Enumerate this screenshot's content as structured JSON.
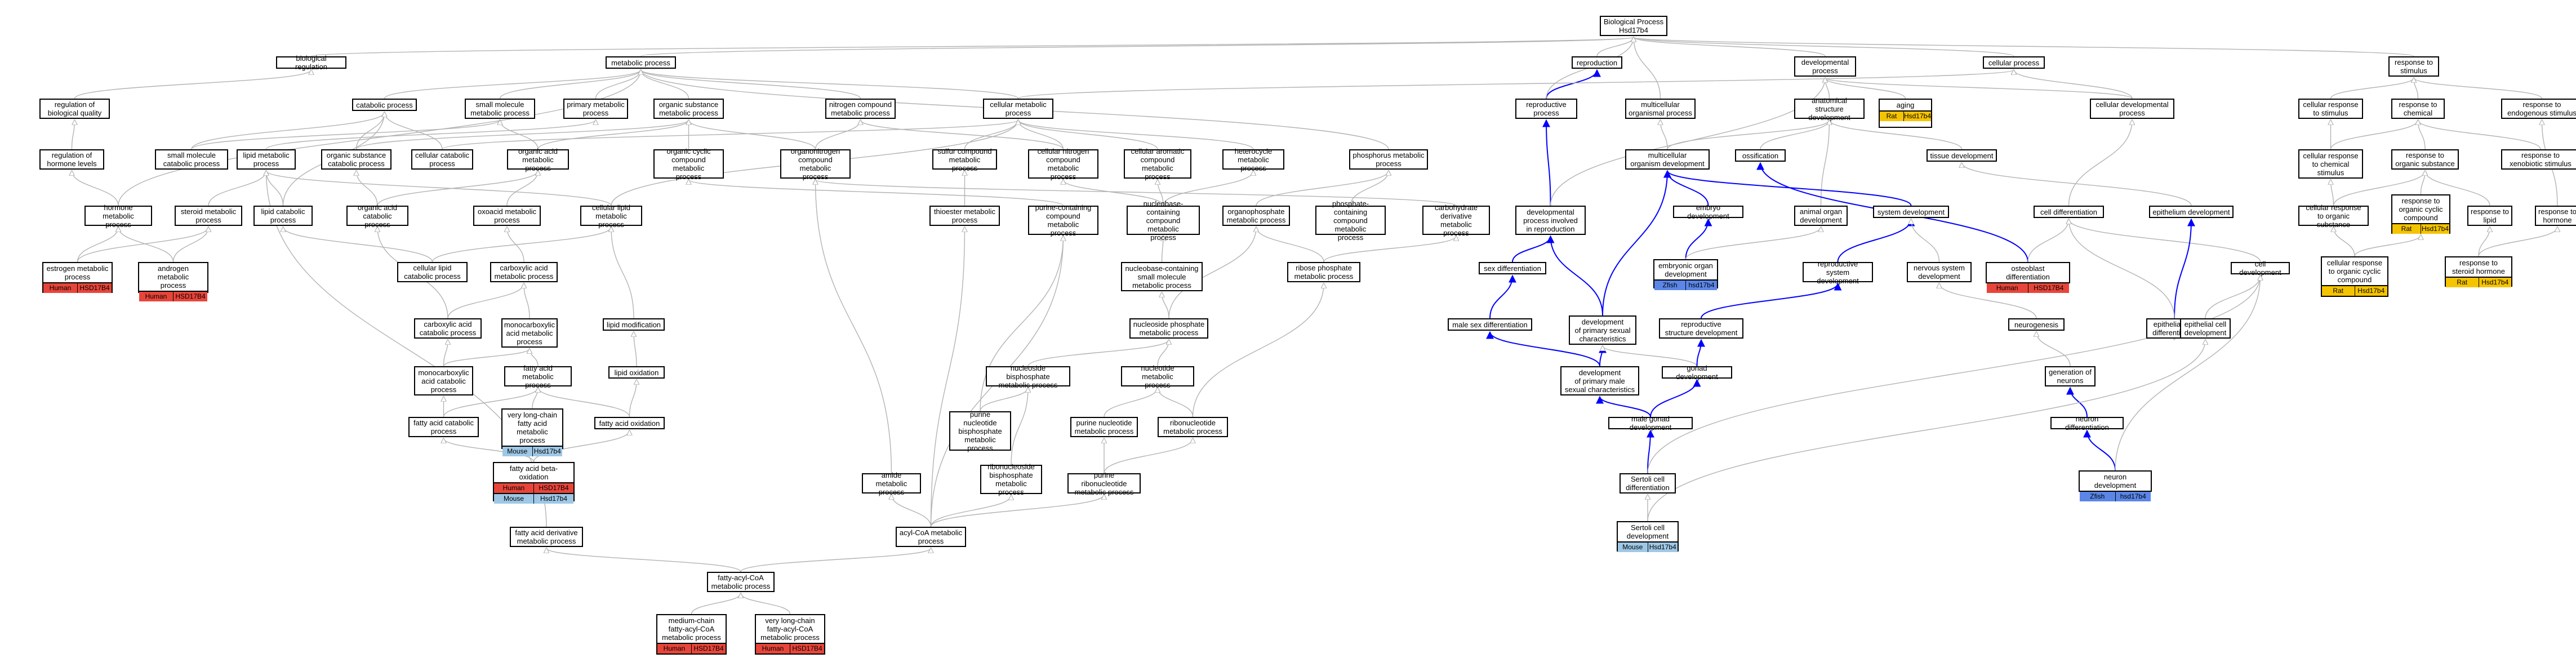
{
  "colors": {
    "human": "#e8453a",
    "mouse": "#9ec8e6",
    "rat": "#f5c400",
    "zfish": "#5b86e8",
    "edge_grey": "#b3b3b3",
    "edge_blue": "#0000ff"
  },
  "nodes": [
    {
      "id": "n0",
      "label": "Biological Process\nHsd17b4"
    },
    {
      "id": "n1",
      "label": "biological regulation"
    },
    {
      "id": "n2",
      "label": "metabolic process"
    },
    {
      "id": "n3",
      "label": "reproduction"
    },
    {
      "id": "n4",
      "label": "developmental\nprocess"
    },
    {
      "id": "n5",
      "label": "cellular process"
    },
    {
      "id": "n6",
      "label": "response to\nstimulus"
    },
    {
      "id": "n7",
      "label": "regulation of\nbiological quality"
    },
    {
      "id": "n8",
      "label": "catabolic process"
    },
    {
      "id": "n9",
      "label": "small molecule\nmetabolic process"
    },
    {
      "id": "n10",
      "label": "primary metabolic\nprocess"
    },
    {
      "id": "n11",
      "label": "organic substance\nmetabolic process"
    },
    {
      "id": "n12",
      "label": "nitrogen compound\nmetabolic process"
    },
    {
      "id": "n13",
      "label": "cellular metabolic\nprocess"
    },
    {
      "id": "n14",
      "label": "reproductive\nprocess"
    },
    {
      "id": "n15",
      "label": "multicellular\norganismal process"
    },
    {
      "id": "n16",
      "label": "anatomical structure\ndevelopment"
    },
    {
      "id": "n17",
      "label": "aging",
      "annotations": [
        {
          "species": "Rat",
          "gene": "Hsd17b4"
        }
      ]
    },
    {
      "id": "n18",
      "label": "cellular developmental\nprocess"
    },
    {
      "id": "n19",
      "label": "cellular response\nto stimulus"
    },
    {
      "id": "n20",
      "label": "response to\nchemical"
    },
    {
      "id": "n21",
      "label": "response to\nendogenous stimulus"
    },
    {
      "id": "n22",
      "label": "regulation of\nhormone levels"
    },
    {
      "id": "n23",
      "label": "small molecule\ncatabolic process"
    },
    {
      "id": "n24",
      "label": "lipid metabolic\nprocess"
    },
    {
      "id": "n25",
      "label": "organic substance\ncatabolic process"
    },
    {
      "id": "n26",
      "label": "cellular catabolic\nprocess"
    },
    {
      "id": "n27",
      "label": "organic acid\nmetabolic process"
    },
    {
      "id": "n28",
      "label": "organic cyclic\ncompound metabolic\nprocess"
    },
    {
      "id": "n29",
      "label": "organonitrogen\ncompound metabolic\nprocess"
    },
    {
      "id": "n30",
      "label": "sulfur compound\nmetabolic process"
    },
    {
      "id": "n31",
      "label": "cellular nitrogen\ncompound metabolic\nprocess"
    },
    {
      "id": "n32",
      "label": "cellular aromatic\ncompound metabolic\nprocess"
    },
    {
      "id": "n33",
      "label": "heterocycle\nmetabolic process"
    },
    {
      "id": "n34",
      "label": "phosphorus metabolic\nprocess"
    },
    {
      "id": "n35",
      "label": "multicellular\norganism development"
    },
    {
      "id": "n36",
      "label": "ossification"
    },
    {
      "id": "n37",
      "label": "tissue development"
    },
    {
      "id": "n38",
      "label": "cellular response\nto chemical\nstimulus"
    },
    {
      "id": "n39",
      "label": "response to\norganic substance"
    },
    {
      "id": "n40",
      "label": "response to\nxenobiotic stimulus"
    },
    {
      "id": "n41",
      "label": "hormone metabolic\nprocess"
    },
    {
      "id": "n42",
      "label": "steroid metabolic\nprocess"
    },
    {
      "id": "n43",
      "label": "lipid catabolic\nprocess"
    },
    {
      "id": "n44",
      "label": "organic acid\ncatabolic process"
    },
    {
      "id": "n45",
      "label": "oxoacid metabolic\nprocess"
    },
    {
      "id": "n46",
      "label": "cellular lipid\nmetabolic process"
    },
    {
      "id": "n47",
      "label": "thioester metabolic\nprocess"
    },
    {
      "id": "n48",
      "label": "purine-containing\ncompound metabolic\nprocess"
    },
    {
      "id": "n49",
      "label": "nucleobase-containing\ncompound metabolic\nprocess"
    },
    {
      "id": "n50",
      "label": "organophosphate\nmetabolic process"
    },
    {
      "id": "n51",
      "label": "phosphate-containing\ncompound metabolic\nprocess"
    },
    {
      "id": "n52",
      "label": "carbohydrate\nderivative metabolic\nprocess"
    },
    {
      "id": "n53",
      "label": "developmental\nprocess involved\nin reproduction"
    },
    {
      "id": "n54",
      "label": "embryo development"
    },
    {
      "id": "n55",
      "label": "animal organ\ndevelopment"
    },
    {
      "id": "n56",
      "label": "system development"
    },
    {
      "id": "n57",
      "label": "cell differentiation"
    },
    {
      "id": "n58",
      "label": "epithelium development"
    },
    {
      "id": "n59",
      "label": "cellular response\nto organic substance"
    },
    {
      "id": "n60",
      "label": "response to\norganic cyclic\ncompound",
      "annotations": [
        {
          "species": "Rat",
          "gene": "Hsd17b4"
        }
      ]
    },
    {
      "id": "n61",
      "label": "response to\nlipid"
    },
    {
      "id": "n62",
      "label": "response to\nhormone"
    },
    {
      "id": "n63",
      "label": "estrogen metabolic\nprocess",
      "annotations": [
        {
          "species": "Human",
          "gene": "HSD17B4"
        }
      ]
    },
    {
      "id": "n64",
      "label": "androgen metabolic\nprocess",
      "annotations": [
        {
          "species": "Human",
          "gene": "HSD17B4"
        }
      ]
    },
    {
      "id": "n65",
      "label": "cellular lipid\ncatabolic process"
    },
    {
      "id": "n66",
      "label": "carboxylic acid\nmetabolic process"
    },
    {
      "id": "n67",
      "label": "nucleobase-containing\nsmall molecule\nmetabolic process"
    },
    {
      "id": "n68",
      "label": "ribose phosphate\nmetabolic process"
    },
    {
      "id": "n69",
      "label": "sex differentiation"
    },
    {
      "id": "n70",
      "label": "embryonic organ\ndevelopment",
      "annotations": [
        {
          "species": "Zfish",
          "gene": "hsd17b4"
        }
      ]
    },
    {
      "id": "n71",
      "label": "reproductive\nsystem development"
    },
    {
      "id": "n72",
      "label": "nervous system\ndevelopment"
    },
    {
      "id": "n73",
      "label": "osteoblast differentiation",
      "annotations": [
        {
          "species": "Human",
          "gene": "HSD17B4"
        }
      ]
    },
    {
      "id": "n74",
      "label": "cell development"
    },
    {
      "id": "n75",
      "label": "cellular response\nto organic cyclic\ncompound",
      "annotations": [
        {
          "species": "Rat",
          "gene": "Hsd17b4"
        }
      ]
    },
    {
      "id": "n76",
      "label": "response to\nsteroid hormone",
      "annotations": [
        {
          "species": "Rat",
          "gene": "Hsd17b4"
        }
      ]
    },
    {
      "id": "n77",
      "label": "carboxylic acid\ncatabolic process"
    },
    {
      "id": "n78",
      "label": "monocarboxylic\nacid metabolic\nprocess"
    },
    {
      "id": "n79",
      "label": "lipid modification"
    },
    {
      "id": "n80",
      "label": "nucleoside phosphate\nmetabolic process"
    },
    {
      "id": "n81",
      "label": "male sex differentiation"
    },
    {
      "id": "n82",
      "label": "development\nof primary sexual\ncharacteristics"
    },
    {
      "id": "n83",
      "label": "reproductive\nstructure development"
    },
    {
      "id": "n84",
      "label": "neurogenesis"
    },
    {
      "id": "n85",
      "label": "epithelial cell\ndifferentiation"
    },
    {
      "id": "n86",
      "label": "epithelial cell\ndevelopment"
    },
    {
      "id": "n87",
      "label": "monocarboxylic\nacid catabolic\nprocess"
    },
    {
      "id": "n88",
      "label": "fatty acid metabolic\nprocess"
    },
    {
      "id": "n89",
      "label": "lipid oxidation"
    },
    {
      "id": "n90",
      "label": "nucleoside bisphosphate\nmetabolic process"
    },
    {
      "id": "n91",
      "label": "nucleotide metabolic\nprocess"
    },
    {
      "id": "n92",
      "label": "development\nof primary male\nsexual characteristics"
    },
    {
      "id": "n93",
      "label": "gonad development"
    },
    {
      "id": "n94",
      "label": "generation of\nneurons"
    },
    {
      "id": "n95",
      "label": "fatty acid catabolic\nprocess"
    },
    {
      "id": "n96",
      "label": "very long-chain\nfatty acid metabolic\nprocess",
      "annotations": [
        {
          "species": "Mouse",
          "gene": "Hsd17b4"
        }
      ]
    },
    {
      "id": "n97",
      "label": "fatty acid oxidation"
    },
    {
      "id": "n98",
      "label": "purine nucleotide\nbisphosphate\nmetabolic process"
    },
    {
      "id": "n99",
      "label": "purine nucleotide\nmetabolic process"
    },
    {
      "id": "n100",
      "label": "ribonucleotide\nmetabolic process"
    },
    {
      "id": "n101",
      "label": "male gonad development"
    },
    {
      "id": "n102",
      "label": "neuron differentiation"
    },
    {
      "id": "n103",
      "label": "fatty acid beta-oxidation",
      "annotations": [
        {
          "species": "Human",
          "gene": "HSD17B4"
        },
        {
          "species": "Mouse",
          "gene": "Hsd17b4"
        }
      ]
    },
    {
      "id": "n104",
      "label": "ribonucleoside\nbisphosphate\nmetabolic process"
    },
    {
      "id": "n105",
      "label": "purine ribonucleotide\nmetabolic process"
    },
    {
      "id": "n106",
      "label": "amide metabolic\nprocess"
    },
    {
      "id": "n107",
      "label": "Sertoli cell\ndifferentiation"
    },
    {
      "id": "n108",
      "label": "neuron development",
      "annotations": [
        {
          "species": "Zfish",
          "gene": "hsd17b4"
        }
      ]
    },
    {
      "id": "n109",
      "label": "fatty acid derivative\nmetabolic process"
    },
    {
      "id": "n110",
      "label": "acyl-CoA metabolic\nprocess"
    },
    {
      "id": "n111",
      "label": "Sertoli cell\ndevelopment",
      "annotations": [
        {
          "species": "Mouse",
          "gene": "Hsd17b4"
        }
      ]
    },
    {
      "id": "n112",
      "label": "fatty-acyl-CoA\nmetabolic process"
    },
    {
      "id": "n113",
      "label": "medium-chain\nfatty-acyl-CoA\nmetabolic process",
      "annotations": [
        {
          "species": "Human",
          "gene": "HSD17B4"
        }
      ]
    },
    {
      "id": "n114",
      "label": "very long-chain\nfatty-acyl-CoA\nmetabolic process",
      "annotations": [
        {
          "species": "Human",
          "gene": "HSD17B4"
        }
      ]
    }
  ],
  "edges": [
    [
      "n1",
      "n0",
      "g"
    ],
    [
      "n2",
      "n0",
      "g"
    ],
    [
      "n3",
      "n0",
      "g"
    ],
    [
      "n4",
      "n0",
      "g"
    ],
    [
      "n5",
      "n0",
      "g"
    ],
    [
      "n6",
      "n0",
      "g"
    ],
    [
      "n7",
      "n1",
      "g"
    ],
    [
      "n8",
      "n2",
      "g"
    ],
    [
      "n9",
      "n2",
      "g"
    ],
    [
      "n10",
      "n2",
      "g"
    ],
    [
      "n11",
      "n2",
      "g"
    ],
    [
      "n12",
      "n2",
      "g"
    ],
    [
      "n13",
      "n2",
      "g"
    ],
    [
      "n14",
      "n3",
      "b"
    ],
    [
      "n14",
      "n0",
      "g"
    ],
    [
      "n15",
      "n0",
      "g"
    ],
    [
      "n16",
      "n4",
      "g"
    ],
    [
      "n17",
      "n4",
      "g"
    ],
    [
      "n18",
      "n4",
      "g"
    ],
    [
      "n18",
      "n5",
      "g"
    ],
    [
      "n19",
      "n6",
      "g"
    ],
    [
      "n20",
      "n6",
      "g"
    ],
    [
      "n21",
      "n6",
      "g"
    ],
    [
      "n13",
      "n5",
      "g"
    ],
    [
      "n22",
      "n7",
      "g"
    ],
    [
      "n23",
      "n8",
      "g"
    ],
    [
      "n23",
      "n9",
      "g"
    ],
    [
      "n24",
      "n10",
      "g"
    ],
    [
      "n25",
      "n8",
      "g"
    ],
    [
      "n25",
      "n11",
      "g"
    ],
    [
      "n26",
      "n8",
      "g"
    ],
    [
      "n26",
      "n13",
      "g"
    ],
    [
      "n27",
      "n9",
      "g"
    ],
    [
      "n27",
      "n11",
      "g"
    ],
    [
      "n28",
      "n11",
      "g"
    ],
    [
      "n29",
      "n11",
      "g"
    ],
    [
      "n29",
      "n12",
      "g"
    ],
    [
      "n30",
      "n13",
      "g"
    ],
    [
      "n31",
      "n12",
      "g"
    ],
    [
      "n31",
      "n13",
      "g"
    ],
    [
      "n32",
      "n13",
      "g"
    ],
    [
      "n33",
      "n13",
      "g"
    ],
    [
      "n34",
      "n2",
      "g"
    ],
    [
      "n35",
      "n15",
      "g"
    ],
    [
      "n35",
      "n16",
      "g"
    ],
    [
      "n36",
      "n16",
      "g"
    ],
    [
      "n37",
      "n16",
      "g"
    ],
    [
      "n38",
      "n19",
      "g"
    ],
    [
      "n38",
      "n20",
      "g"
    ],
    [
      "n39",
      "n20",
      "g"
    ],
    [
      "n40",
      "n20",
      "g"
    ],
    [
      "n41",
      "n22",
      "g"
    ],
    [
      "n41",
      "n2",
      "g"
    ],
    [
      "n42",
      "n24",
      "g"
    ],
    [
      "n43",
      "n24",
      "g"
    ],
    [
      "n43",
      "n8",
      "g"
    ],
    [
      "n44",
      "n27",
      "g"
    ],
    [
      "n44",
      "n25",
      "g"
    ],
    [
      "n45",
      "n27",
      "g"
    ],
    [
      "n46",
      "n24",
      "g"
    ],
    [
      "n46",
      "n13",
      "g"
    ],
    [
      "n47",
      "n30",
      "g"
    ],
    [
      "n48",
      "n28",
      "g"
    ],
    [
      "n49",
      "n31",
      "g"
    ],
    [
      "n49",
      "n32",
      "g"
    ],
    [
      "n49",
      "n33",
      "g"
    ],
    [
      "n50",
      "n34",
      "g"
    ],
    [
      "n51",
      "n34",
      "g"
    ],
    [
      "n52",
      "n29",
      "g"
    ],
    [
      "n53",
      "n14",
      "b"
    ],
    [
      "n53",
      "n4",
      "g"
    ],
    [
      "n54",
      "n35",
      "b"
    ],
    [
      "n55",
      "n16",
      "g"
    ],
    [
      "n56",
      "n35",
      "b"
    ],
    [
      "n57",
      "n18",
      "g"
    ],
    [
      "n58",
      "n37",
      "g"
    ],
    [
      "n59",
      "n38",
      "g"
    ],
    [
      "n59",
      "n39",
      "g"
    ],
    [
      "n60",
      "n39",
      "g"
    ],
    [
      "n61",
      "n39",
      "g"
    ],
    [
      "n62",
      "n21",
      "g"
    ],
    [
      "n63",
      "n41",
      "g"
    ],
    [
      "n63",
      "n42",
      "g"
    ],
    [
      "n64",
      "n41",
      "g"
    ],
    [
      "n64",
      "n42",
      "g"
    ],
    [
      "n65",
      "n43",
      "g"
    ],
    [
      "n65",
      "n46",
      "g"
    ],
    [
      "n66",
      "n45",
      "g"
    ],
    [
      "n67",
      "n49",
      "g"
    ],
    [
      "n68",
      "n50",
      "g"
    ],
    [
      "n68",
      "n52",
      "g"
    ],
    [
      "n69",
      "n53",
      "b"
    ],
    [
      "n70",
      "n54",
      "b"
    ],
    [
      "n70",
      "n55",
      "g"
    ],
    [
      "n71",
      "n56",
      "b"
    ],
    [
      "n72",
      "n56",
      "g"
    ],
    [
      "n73",
      "n36",
      "b"
    ],
    [
      "n73",
      "n57",
      "g"
    ],
    [
      "n74",
      "n57",
      "g"
    ],
    [
      "n75",
      "n59",
      "g"
    ],
    [
      "n75",
      "n60",
      "g"
    ],
    [
      "n76",
      "n62",
      "g"
    ],
    [
      "n76",
      "n61",
      "g"
    ],
    [
      "n77",
      "n66",
      "g"
    ],
    [
      "n77",
      "n44",
      "g"
    ],
    [
      "n78",
      "n66",
      "g"
    ],
    [
      "n79",
      "n46",
      "g"
    ],
    [
      "n80",
      "n67",
      "g"
    ],
    [
      "n80",
      "n50",
      "g"
    ],
    [
      "n81",
      "n69",
      "b"
    ],
    [
      "n82",
      "n35",
      "b"
    ],
    [
      "n82",
      "n53",
      "b"
    ],
    [
      "n83",
      "n71",
      "b"
    ],
    [
      "n84",
      "n72",
      "g"
    ],
    [
      "n85",
      "n58",
      "b"
    ],
    [
      "n85",
      "n57",
      "g"
    ],
    [
      "n86",
      "n85",
      "g"
    ],
    [
      "n86",
      "n74",
      "g"
    ],
    [
      "n87",
      "n78",
      "g"
    ],
    [
      "n87",
      "n77",
      "g"
    ],
    [
      "n88",
      "n78",
      "g"
    ],
    [
      "n89",
      "n79",
      "g"
    ],
    [
      "n90",
      "n80",
      "g"
    ],
    [
      "n91",
      "n80",
      "g"
    ],
    [
      "n92",
      "n82",
      "b"
    ],
    [
      "n92",
      "n81",
      "b"
    ],
    [
      "n93",
      "n82",
      "g"
    ],
    [
      "n93",
      "n83",
      "b"
    ],
    [
      "n94",
      "n84",
      "g"
    ],
    [
      "n95",
      "n88",
      "g"
    ],
    [
      "n95",
      "n87",
      "g"
    ],
    [
      "n96",
      "n88",
      "g"
    ],
    [
      "n97",
      "n88",
      "g"
    ],
    [
      "n97",
      "n89",
      "g"
    ],
    [
      "n98",
      "n90",
      "g"
    ],
    [
      "n98",
      "n48",
      "g"
    ],
    [
      "n99",
      "n91",
      "g"
    ],
    [
      "n100",
      "n91",
      "g"
    ],
    [
      "n100",
      "n68",
      "g"
    ],
    [
      "n101",
      "n92",
      "b"
    ],
    [
      "n101",
      "n93",
      "b"
    ],
    [
      "n102",
      "n94",
      "b"
    ],
    [
      "n103",
      "n95",
      "g"
    ],
    [
      "n103",
      "n97",
      "g"
    ],
    [
      "n104",
      "n90",
      "g"
    ],
    [
      "n105",
      "n99",
      "g"
    ],
    [
      "n105",
      "n100",
      "g"
    ],
    [
      "n106",
      "n29",
      "g"
    ],
    [
      "n107",
      "n101",
      "b"
    ],
    [
      "n107",
      "n74",
      "g"
    ],
    [
      "n108",
      "n102",
      "b"
    ],
    [
      "n108",
      "n74",
      "g"
    ],
    [
      "n109",
      "n24",
      "g"
    ],
    [
      "n110",
      "n47",
      "g"
    ],
    [
      "n110",
      "n106",
      "g"
    ],
    [
      "n110",
      "n48",
      "g"
    ],
    [
      "n110",
      "n105",
      "g"
    ],
    [
      "n110",
      "n104",
      "g"
    ],
    [
      "n111",
      "n107",
      "g"
    ],
    [
      "n111",
      "n86",
      "g"
    ],
    [
      "n112",
      "n109",
      "g"
    ],
    [
      "n112",
      "n110",
      "g"
    ],
    [
      "n113",
      "n112",
      "g"
    ],
    [
      "n114",
      "n112",
      "g"
    ]
  ]
}
